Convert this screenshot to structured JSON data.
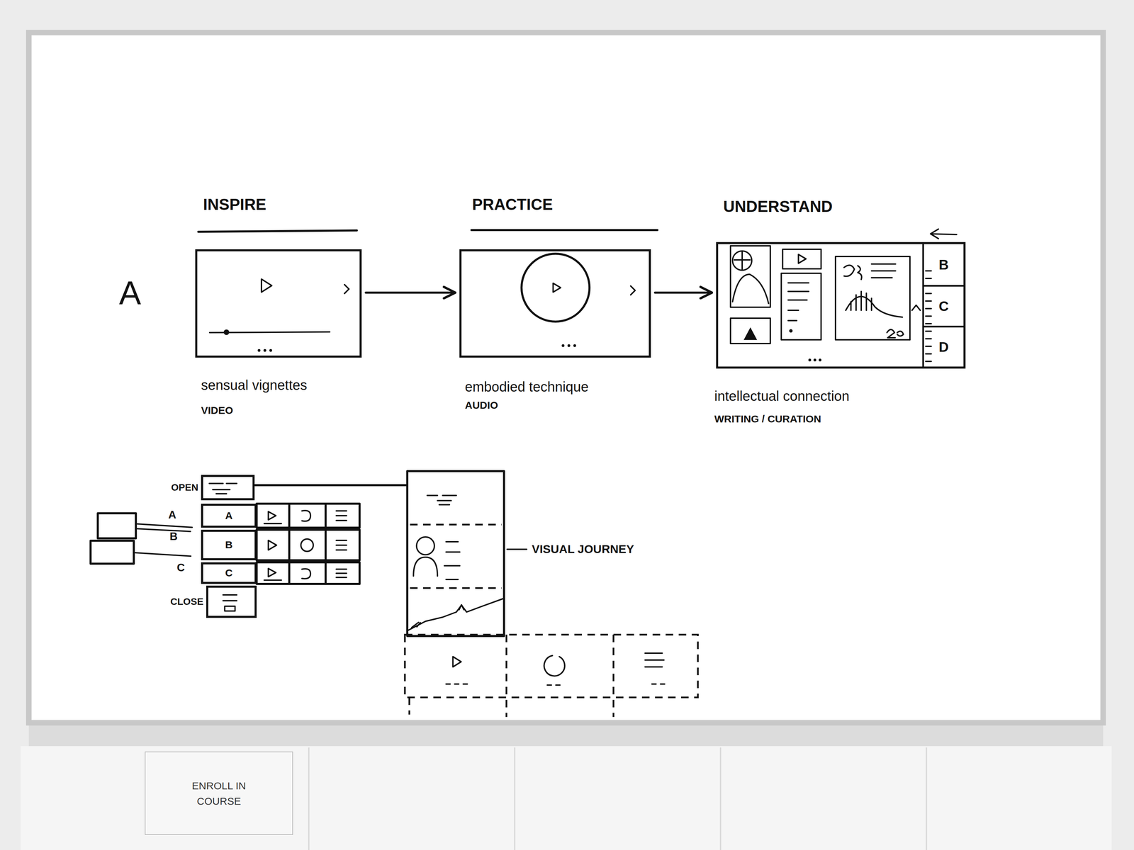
{
  "diagram": {
    "nodes": [
      {
        "text": [
          "INSPIRE",
          "sensual vignettes",
          "VIDEO"
        ]
      },
      {
        "text": [
          "PRACTICE",
          "embodied technique",
          "AUDIO"
        ]
      },
      {
        "text": [
          "UNDERSTAND",
          "intellectual connection",
          "WRITING / CURATION"
        ]
      },
      {
        "text": [
          "B"
        ],
        "in": 2
      },
      {
        "text": [
          "C"
        ],
        "in": 2
      },
      {
        "text": [
          "D"
        ],
        "in": 2
      },
      {
        "text": [
          "OPEN"
        ]
      },
      {
        "text": [
          "A"
        ]
      },
      {
        "text": [
          "B"
        ]
      },
      {
        "text": [
          "C"
        ]
      },
      {
        "text": [
          "CLOSE"
        ]
      },
      {
        "text": [
          "ENROLL IN COURSE"
        ]
      }
    ],
    "edges": [
      {
        "from": 0,
        "to": 1,
        "arrow": "to"
      },
      {
        "from": 1,
        "to": 2,
        "arrow": "to"
      }
    ],
    "labels": [
      "A",
      "A",
      "B",
      "C",
      "VISUAL JOURNEY"
    ]
  }
}
